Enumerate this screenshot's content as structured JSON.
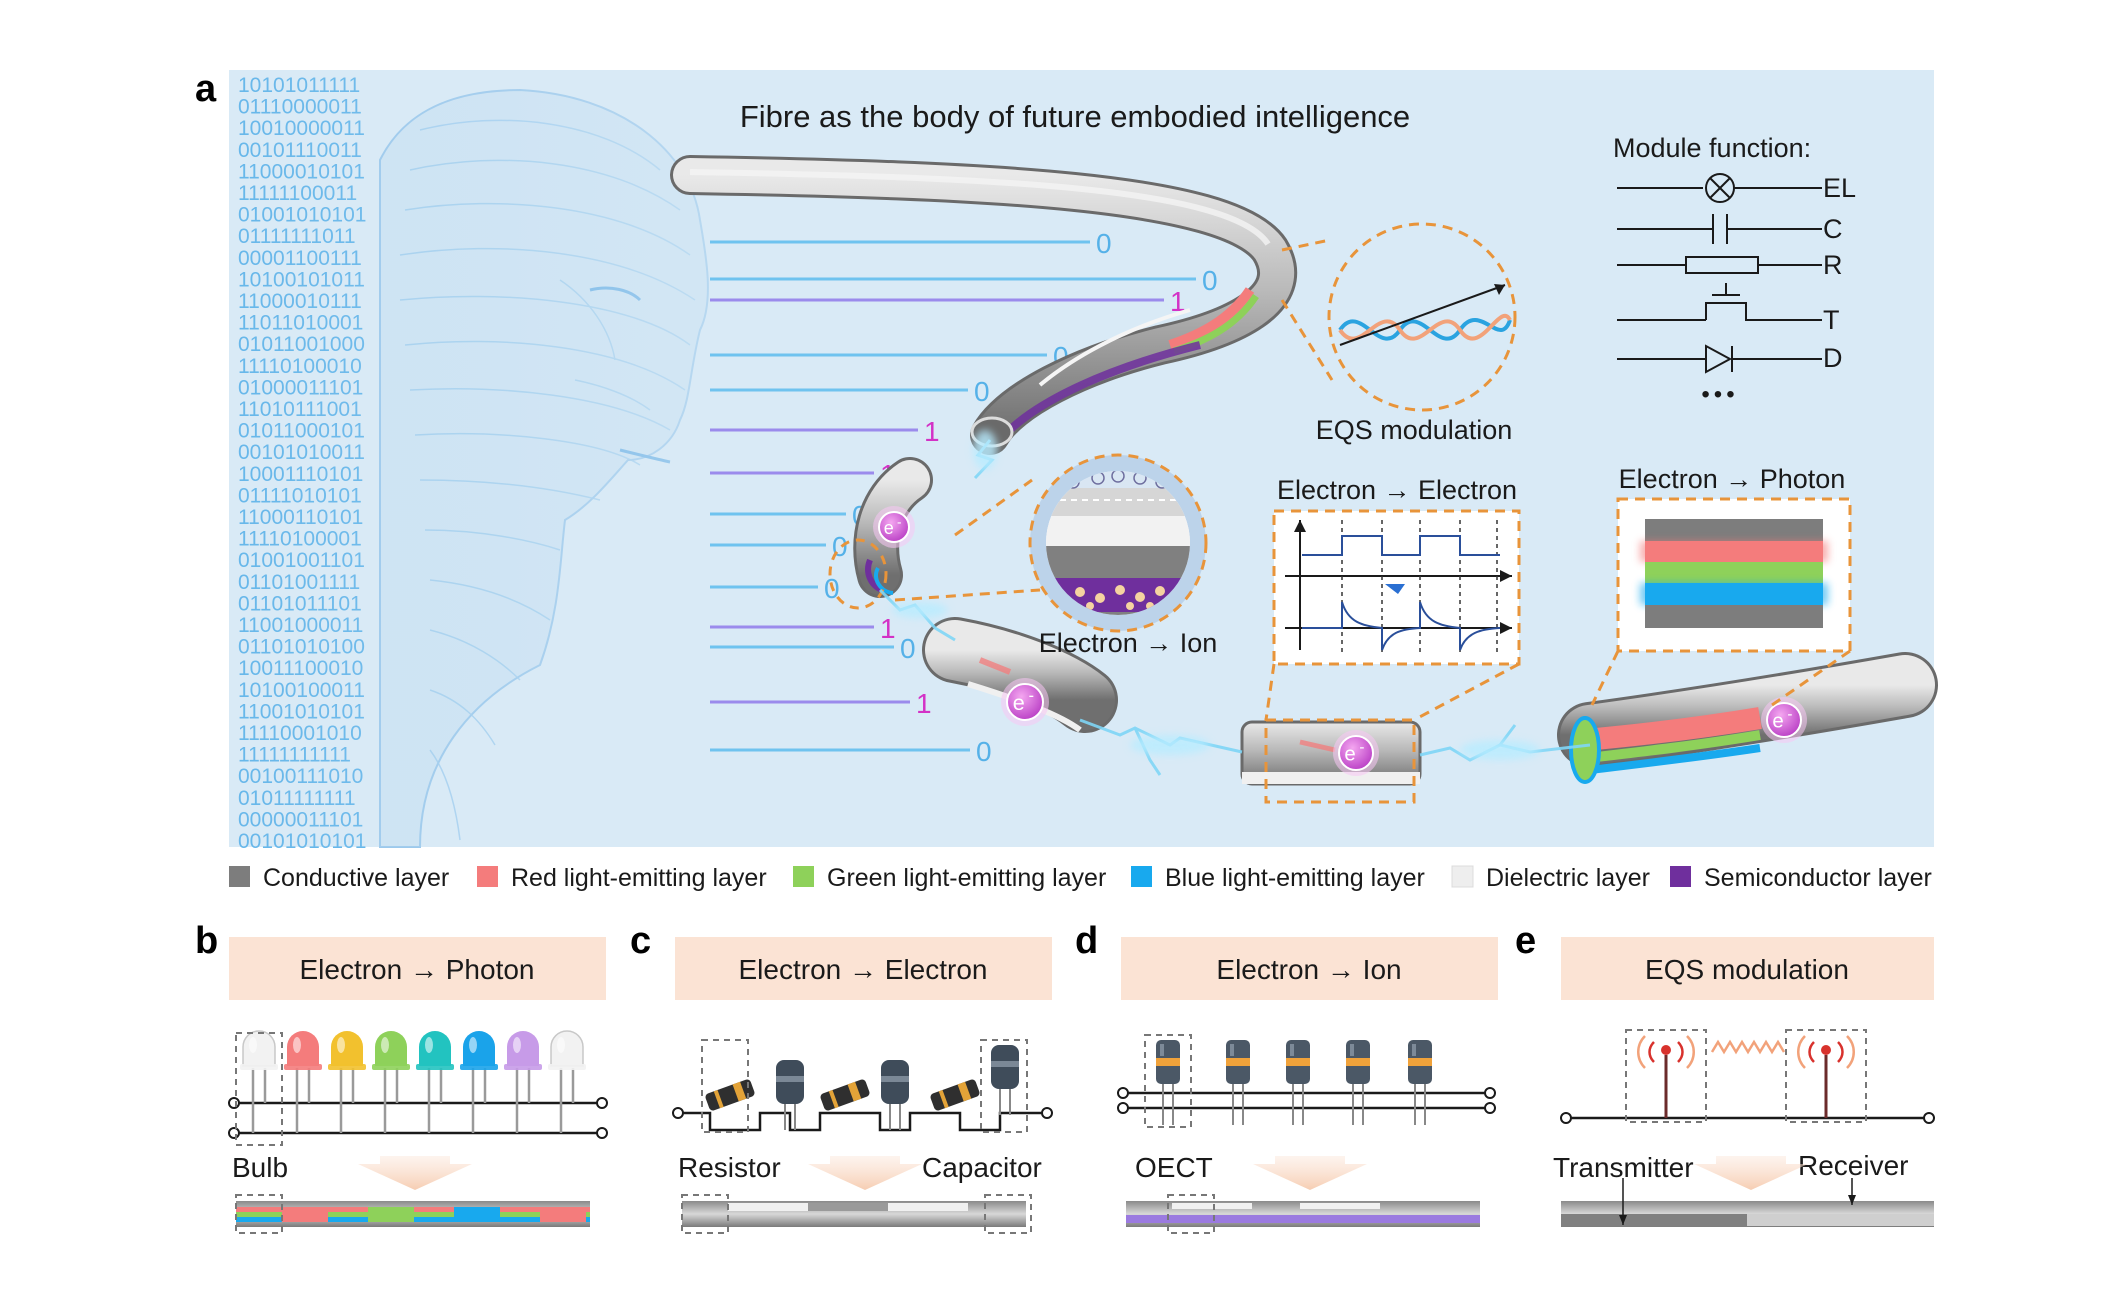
{
  "panel_a": {
    "letter": "a",
    "title": "Fibre as the body of future embodied intelligence",
    "binary_rows": [
      "10101011111",
      "01110000011",
      "10010000011",
      "00101110011",
      "11000010101",
      "11111100011",
      "01001010101",
      "01111111011",
      "00001100111",
      "10100101011",
      "11000010111",
      "11011010001",
      "01011001000",
      "11110100010",
      "01000011101",
      "11010111001",
      "01011000101",
      "00101010011",
      "10001110101",
      "01111010101",
      "11000110101",
      "11110100001",
      "01001001101",
      "01101001111",
      "01101011101",
      "11001000011",
      "01101010100",
      "10011100010",
      "10100100011",
      "11001010101",
      "11110001010",
      "11111111111",
      "00100111010",
      "01011111111",
      "00000011101",
      "00101010101"
    ],
    "bits": [
      "0",
      "0",
      "1",
      "0",
      "0",
      "1",
      "1",
      "0",
      "0",
      "0",
      "1",
      "0",
      "1",
      "0"
    ],
    "module_function": {
      "heading": "Module function:",
      "items": [
        "EL",
        "C",
        "R",
        "T",
        "D"
      ],
      "ellipsis": "•••"
    },
    "eqs_label": "EQS modulation",
    "ee_label": "Electron → Electron",
    "ep_label": "Electron → Photon",
    "ei_label": "Electron → Ion",
    "electron_symbol": "e",
    "electron_sup": "-"
  },
  "legend": [
    {
      "label": "Conductive layer",
      "color": "#7d7d7d"
    },
    {
      "label": "Red light-emitting layer",
      "color": "#f47c7c"
    },
    {
      "label": "Green light-emitting layer",
      "color": "#8ed15a"
    },
    {
      "label": "Blue light-emitting layer",
      "color": "#18a9ee"
    },
    {
      "label": "Dielectric layer",
      "color": "#eeeeee"
    },
    {
      "label": "Semiconductor layer",
      "color": "#6f2f9d"
    }
  ],
  "panel_b": {
    "letter": "b",
    "header": "Electron → Photon",
    "component": "Bulb"
  },
  "panel_c": {
    "letter": "c",
    "header": "Electron → Electron",
    "component_left": "Resistor",
    "component_right": "Capacitor"
  },
  "panel_d": {
    "letter": "d",
    "header": "Electron → Ion",
    "component": "OECT"
  },
  "panel_e": {
    "letter": "e",
    "header": "EQS modulation",
    "component_left": "Transmitter",
    "component_right": "Receiver"
  },
  "colors": {
    "bg_panel_a": "#d9eaf6",
    "header_bg": "#fbe3d4",
    "binary": "#67b7ea",
    "line_zero": "#6fc3ef",
    "line_one": "#9b8bec",
    "bit_zero": "#55b1e8",
    "bit_one": "#d332c6",
    "dash": "#e8943a",
    "electron": "#d05bd4"
  }
}
